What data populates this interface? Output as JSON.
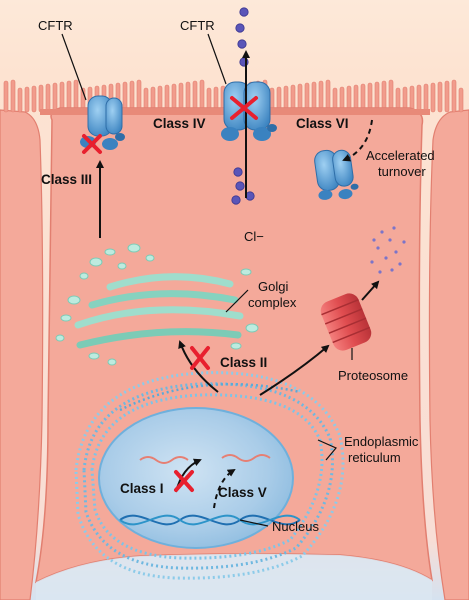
{
  "labels": {
    "cftr_left": "CFTR",
    "cftr_mid": "CFTR",
    "class_iii": "Class III",
    "class_iv": "Class IV",
    "class_vi": "Class VI",
    "accelerated_line1": "Accelerated",
    "accelerated_line2": "turnover",
    "chloride": "Cl−",
    "golgi_line1": "Golgi",
    "golgi_line2": "complex",
    "class_ii": "Class II",
    "proteosome": "Proteosome",
    "er_line1": "Endoplasmic",
    "er_line2": "reticulum",
    "class_i": "Class I",
    "class_v": "Class V",
    "nucleus": "Nucleus"
  },
  "colors": {
    "cell_fill": "#f4a99a",
    "cell_outline": "#e27f70",
    "cftr_blue": "#4f9fd8",
    "block_mark": "#e8202e",
    "golgi_green": "#8fd6c4",
    "er_blue": "#6fb8e0",
    "proteosome_red": "#e4575a",
    "chloride_purple": "#5a55b8",
    "background_top": "#fde9d9",
    "background_bottom": "#dbe6f1"
  }
}
